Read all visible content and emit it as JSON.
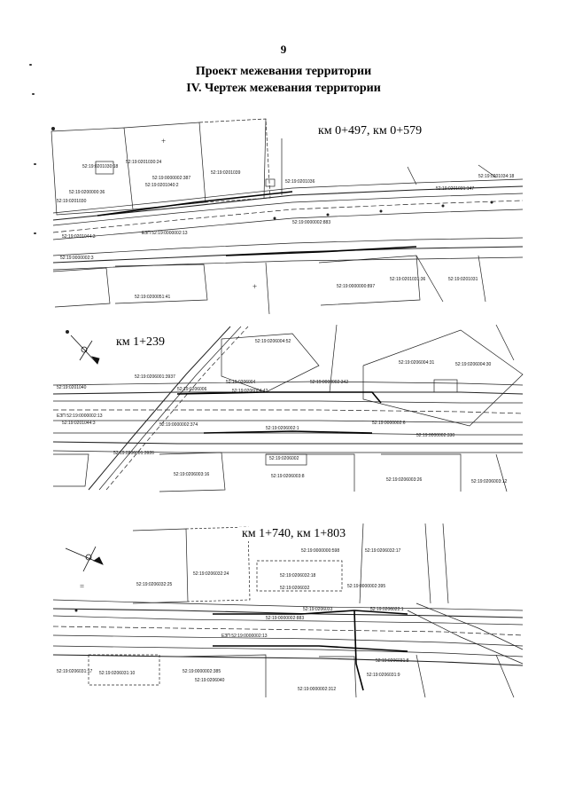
{
  "page": {
    "number": "9",
    "title_line1": "Проект межевания территории",
    "title_line2": "IV. Чертеж межевания территории"
  },
  "drawings": [
    {
      "km_label": "км 0+497,  км 0+579",
      "labels": [
        "52:19:0201030:24",
        "52:19:0201030:18",
        "52:19:0200000:36",
        "52:19:0201030",
        "52:19:0201039",
        "52:19:0000002:387",
        "52:19:0201040:2",
        "ЕЗП 52:19:0000002:13",
        "52:19:0201044:3",
        "52:19:0000002:883",
        "52:19:0201031:147",
        "52:19:0201034:18",
        "52:19:0201036",
        "52:19:0000002:3",
        "52:19:0200051:41",
        "52:19:0000000:897",
        "52:19:0201031:36",
        "52:19:0201031"
      ]
    },
    {
      "km_label": "км 1+239",
      "labels": [
        "52:19:0206004:52",
        "52:19:0206004:31",
        "52:19:0206004:30",
        "52:19:0206001:3937",
        "52:19:0206004",
        "52:19:0206006",
        "52:19:0206004:42",
        "52:19:0000002:342",
        "52:19:0201040",
        "ЕЗП 52:19:0000002:13",
        "52:19:0201044:3",
        "52:19:0000002:374",
        "52:19:0206002:1",
        "52:19:0000002:6",
        "52:19:0000002:330",
        "52:19:0206001:3926",
        "52:19:0206002",
        "52:19:0206003:16",
        "52:19:0206003:8",
        "52:19:0206003:26",
        "52:19:0206003:12"
      ]
    },
    {
      "km_label": "км 1+740, км 1+803",
      "labels": [
        "52:19:0000000:598",
        "52:19:0206032:17",
        "52:19:0206032:24",
        "52:19:0206032:18",
        "52:19:0206032:25",
        "52:19:0206032",
        "52:19:0000002:395",
        "52:19:0206033",
        "52:19:0000002:883",
        "52:19:0206022:1",
        "52:19:0206031:17",
        "52:19:0206031:10",
        "52:19:0000002:385",
        "52:19:0206031:8",
        "52:19:0206031:9",
        "52:19:0000002:312",
        "ЕЗП 52:19:0000002:13",
        "52:19:0206040"
      ]
    }
  ]
}
